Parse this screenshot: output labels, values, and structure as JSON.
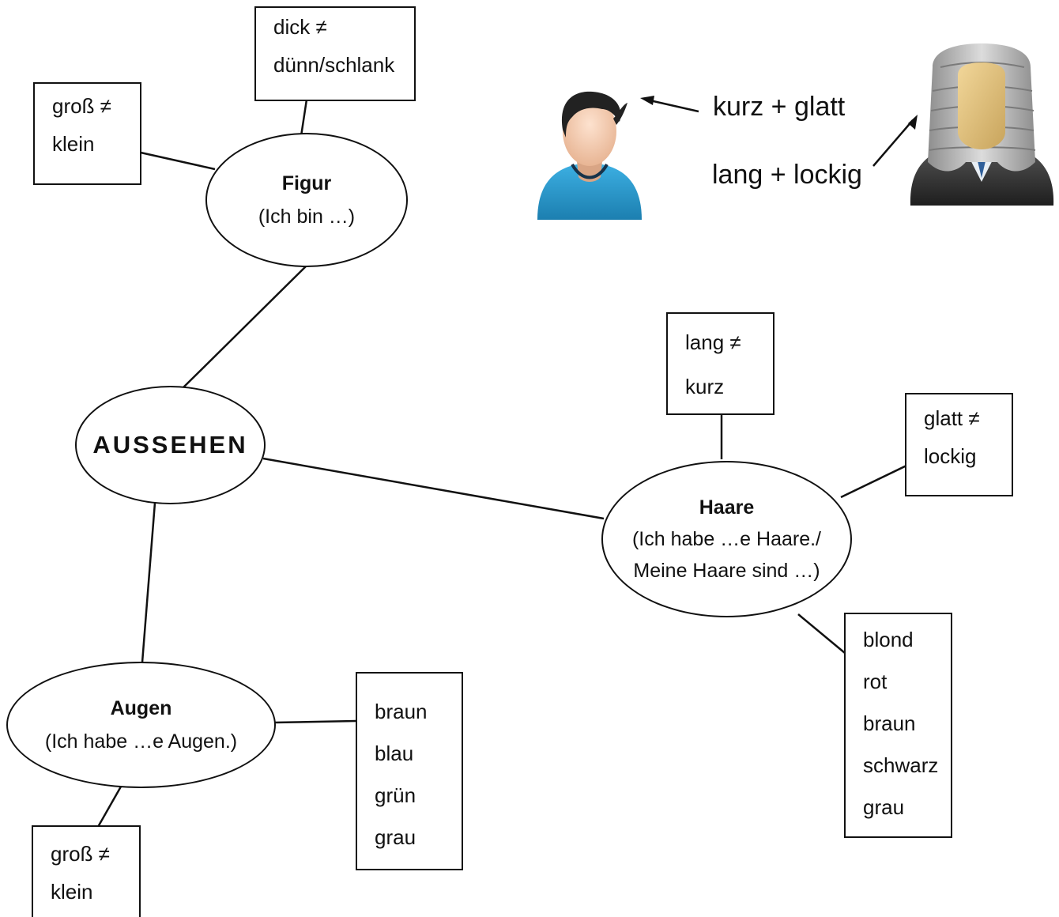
{
  "center": {
    "title": "AUSSEHEN"
  },
  "figur": {
    "title": "Figur",
    "subtitle": "(Ich bin …)",
    "box_size": [
      "groß ≠",
      "klein"
    ],
    "box_build": [
      "dick ≠",
      "dünn/schlank"
    ]
  },
  "haare": {
    "title": "Haare",
    "subtitle_1": "(Ich habe …e Haare./",
    "subtitle_2": "Meine Haare sind …)",
    "box_length": [
      "lang ≠",
      "kurz"
    ],
    "box_texture": [
      "glatt ≠",
      "lockig"
    ],
    "box_colors": [
      "blond",
      "rot",
      "braun",
      "schwarz",
      "grau"
    ]
  },
  "augen": {
    "title": "Augen",
    "subtitle": "(Ich habe …e Augen.)",
    "box_colors": [
      "braun",
      "blau",
      "grün",
      "grau"
    ],
    "box_size": [
      "groß ≠",
      "klein"
    ]
  },
  "illustration": {
    "label_short": "kurz + glatt",
    "label_long": "lang + lockig",
    "icons": [
      "short-hair-man-icon",
      "judge-wig-icon"
    ]
  },
  "colors": {
    "stroke": "#111111",
    "shirt": "#2f9fd3",
    "wig": "#9a9a9a"
  }
}
